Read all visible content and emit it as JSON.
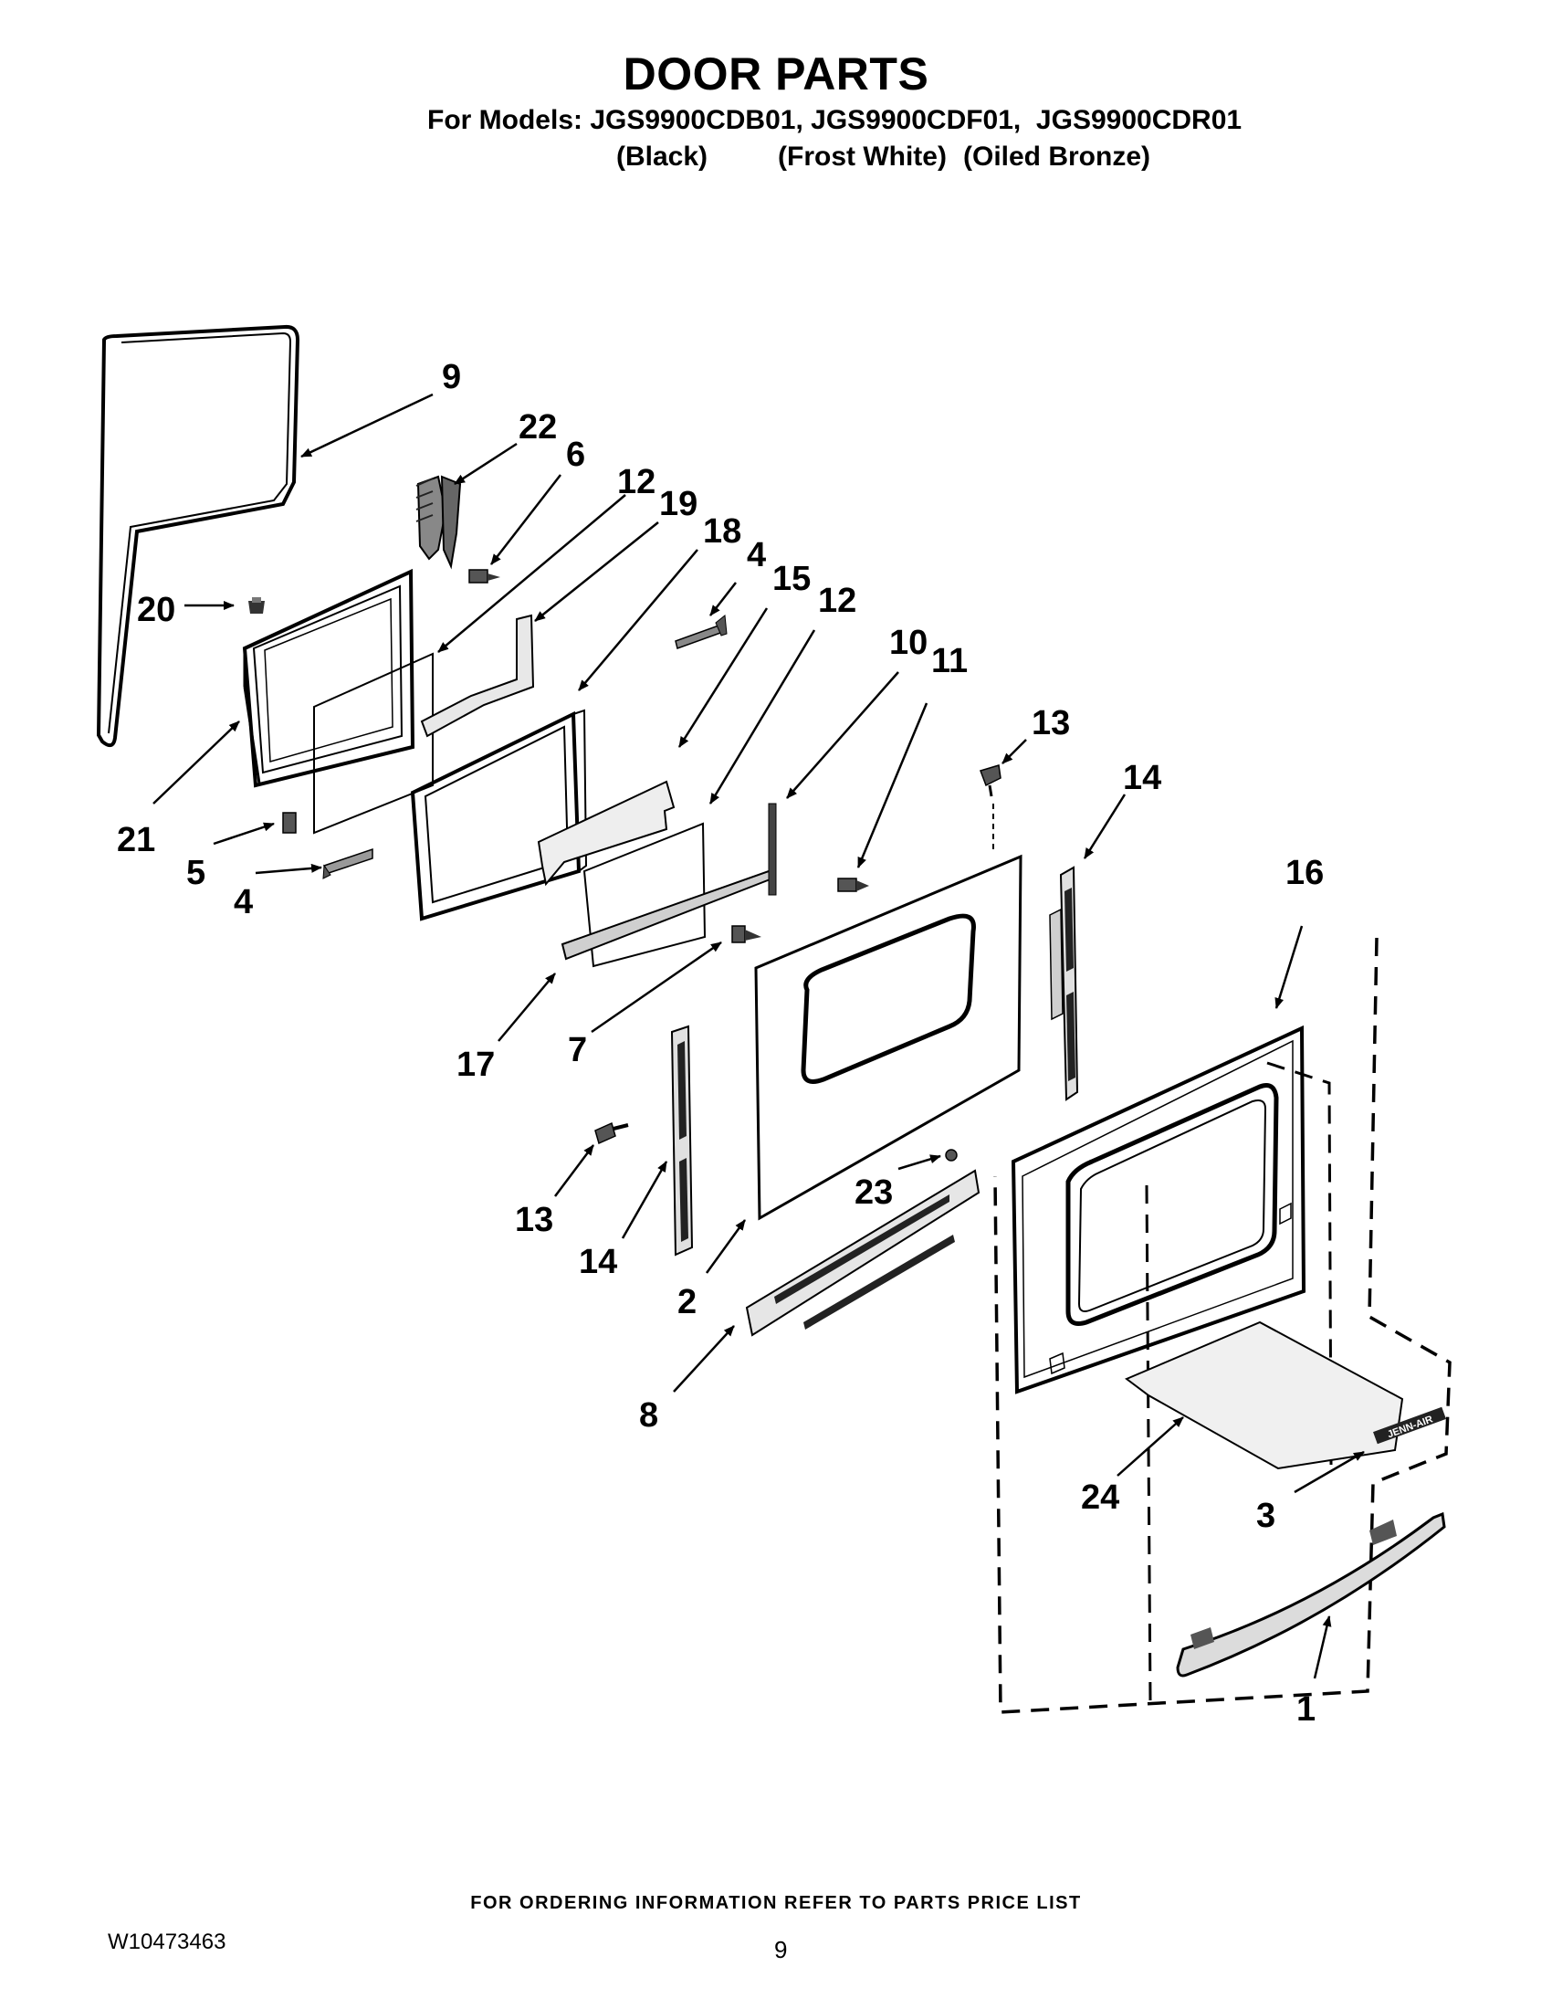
{
  "header": {
    "title": "DOOR PARTS",
    "models_line": "For Models: JGS9900CDB01, JGS9900CDF01,  JGS9900CDR01",
    "colors": [
      "(Black)",
      "(Frost White)",
      "(Oiled Bronze)"
    ]
  },
  "callouts": [
    "9",
    "22",
    "6",
    "12",
    "19",
    "18",
    "4",
    "15",
    "12",
    "10",
    "11",
    "13",
    "14",
    "16",
    "20",
    "21",
    "5",
    "4",
    "17",
    "7",
    "13",
    "14",
    "23",
    "2",
    "8",
    "24",
    "3",
    "1"
  ],
  "brand_mark": "JENN-AIR",
  "footer": {
    "ordering_note": "FOR ORDERING INFORMATION REFER TO PARTS PRICE LIST",
    "document_number": "W10473463",
    "page_number": "9"
  }
}
